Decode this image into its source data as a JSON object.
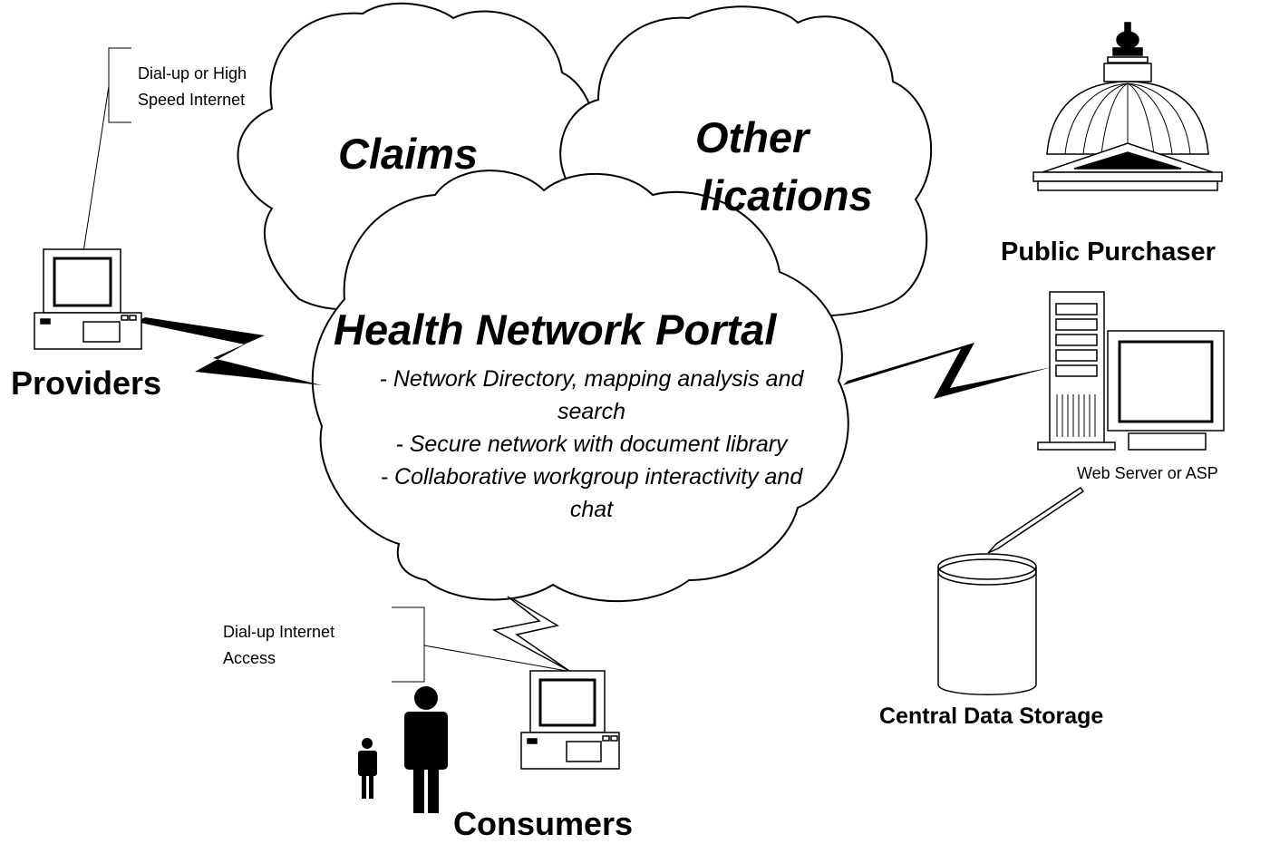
{
  "clouds": {
    "claims": "Claims",
    "other_line1": "Other",
    "other_line2": "lications",
    "portal_title": "Health Network Portal",
    "portal_bullets": [
      "- Network Directory, mapping analysis and",
      "search",
      "- Secure network with document library",
      "- Collaborative workgroup interactivity and",
      "chat"
    ]
  },
  "nodes": {
    "providers": "Providers",
    "providers_connection_line1": "Dial-up or High",
    "providers_connection_line2": "Speed Internet",
    "public_purchaser": "Public Purchaser",
    "web_server": "Web Server or ASP",
    "central_storage": "Central Data Storage",
    "consumers": "Consumers",
    "consumers_connection_line1": "Dial-up Internet",
    "consumers_connection_line2": "Access"
  },
  "colors": {
    "ink": "#000000",
    "paper": "#ffffff"
  }
}
